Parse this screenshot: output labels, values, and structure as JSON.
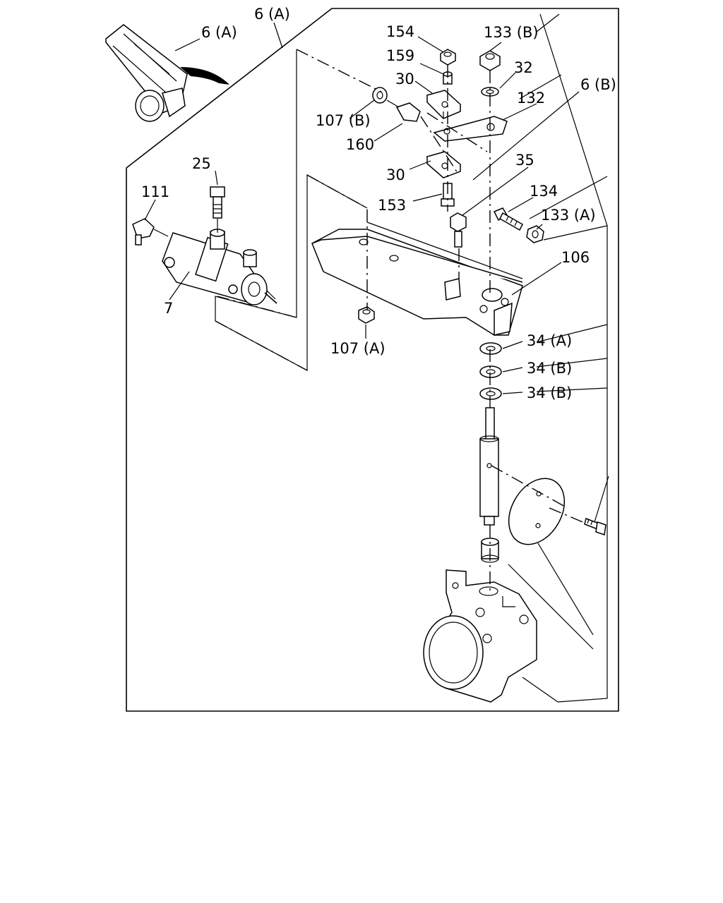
{
  "diagram": {
    "callouts": {
      "c_6a_inset": "6 (A)",
      "c_6a_top": "6 (A)",
      "c_154": "154",
      "c_133b": "133 (B)",
      "c_159": "159",
      "c_32": "32",
      "c_30_upper": "30",
      "c_132": "132",
      "c_6b": "6 (B)",
      "c_107b": "107 (B)",
      "c_160": "160",
      "c_35": "35",
      "c_25": "25",
      "c_30_lower": "30",
      "c_134": "134",
      "c_111": "111",
      "c_153": "153",
      "c_133a": "133 (A)",
      "c_106": "106",
      "c_7": "7",
      "c_107a": "107 (A)",
      "c_34a": "34 (A)",
      "c_34b_1": "34 (B)",
      "c_34b_2": "34 (B)"
    }
  }
}
